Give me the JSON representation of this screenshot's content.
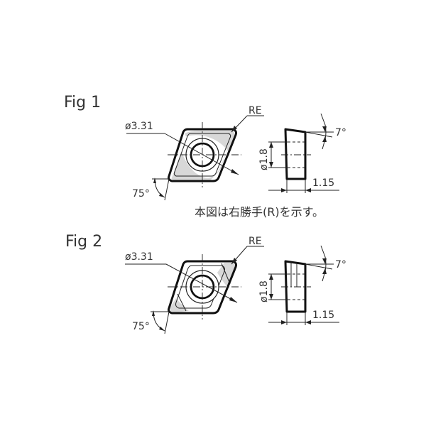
{
  "fig1": {
    "title": "Fig 1",
    "diameter_label": "ø3.31",
    "re_label": "RE",
    "angle_label": "75°",
    "side_diameter_label": "ø1.8",
    "side_angle_label": "7°",
    "thickness_label": "1.15"
  },
  "note": "本図は右勝手(R)を示す。",
  "fig2": {
    "title": "Fig 2",
    "diameter_label": "ø3.31",
    "re_label": "RE",
    "angle_label": "75°",
    "side_diameter_label": "ø1.8",
    "side_angle_label": "7°",
    "thickness_label": "1.15"
  },
  "colors": {
    "line": "#111111",
    "shade": "#d8d8d8",
    "text": "#333333"
  }
}
